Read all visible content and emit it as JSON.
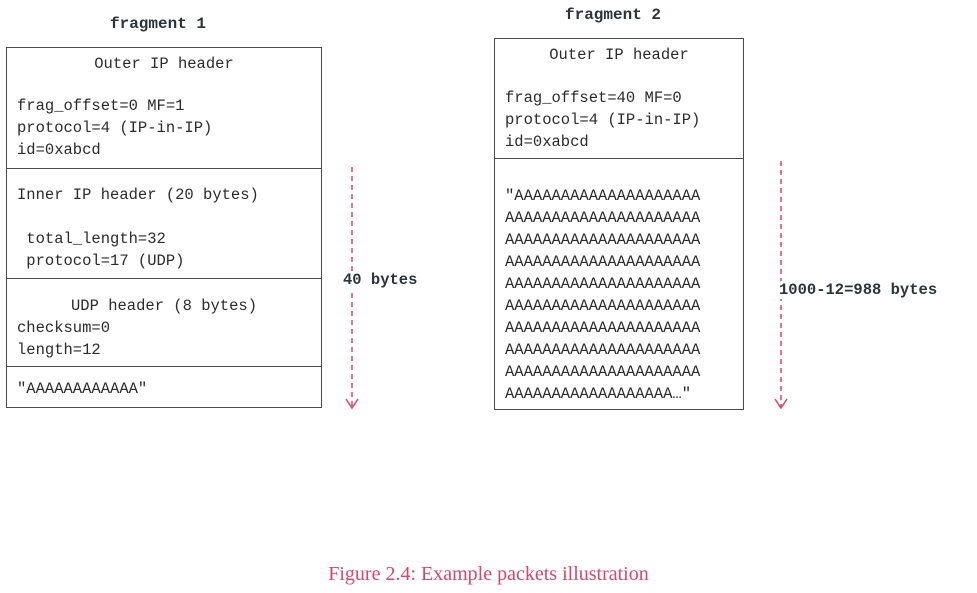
{
  "fragment1": {
    "title": "fragment 1",
    "outer": {
      "heading": "Outer IP header",
      "lines": [
        "frag_offset=0 MF=1",
        "protocol=4 (IP-in-IP)",
        "id=0xabcd"
      ]
    },
    "inner": {
      "heading": "Inner IP header (20 bytes)",
      "lines": [
        " total_length=32",
        " protocol=17 (UDP)"
      ]
    },
    "udp": {
      "heading": "UDP header (8 bytes)",
      "lines": [
        "checksum=0",
        "length=12"
      ]
    },
    "payload": "\"AAAAAAAAAAAA\"",
    "size_label": "40 bytes"
  },
  "fragment2": {
    "title": "fragment 2",
    "outer": {
      "heading": "Outer IP header",
      "lines": [
        "frag_offset=40 MF=0",
        "protocol=4 (IP-in-IP)",
        "id=0xabcd"
      ]
    },
    "payload_lines": [
      "\"AAAAAAAAAAAAAAAAAAAA",
      "AAAAAAAAAAAAAAAAAAAAA",
      "AAAAAAAAAAAAAAAAAAAAA",
      "AAAAAAAAAAAAAAAAAAAAA",
      "AAAAAAAAAAAAAAAAAAAAA",
      "AAAAAAAAAAAAAAAAAAAAA",
      "AAAAAAAAAAAAAAAAAAAAA",
      "AAAAAAAAAAAAAAAAAAAAA",
      "AAAAAAAAAAAAAAAAAAAAA",
      "AAAAAAAAAAAAAAAAAA…\""
    ],
    "size_label": "1000-12=988 bytes"
  },
  "caption": "Figure 2.4: Example packets illustration",
  "colors": {
    "arrow": "#d9466a",
    "caption": "#d9466a",
    "border": "#4a4a4a"
  }
}
